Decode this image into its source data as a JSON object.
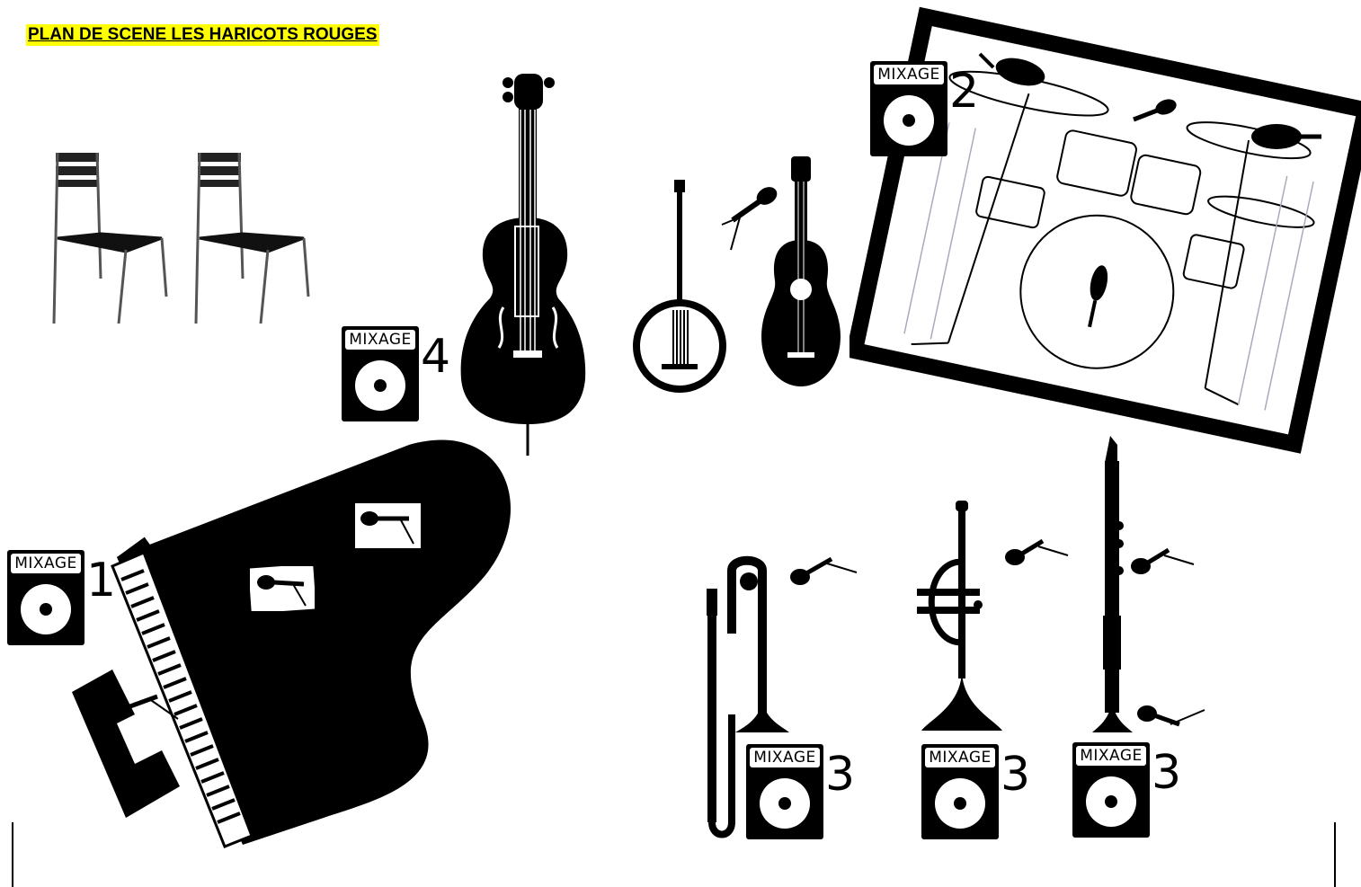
{
  "title": "PLAN DE SCENE LES HARICOTS ROUGES",
  "mixage": [
    {
      "label": "MIXAGE",
      "number": "1"
    },
    {
      "label": "MIXAGE",
      "number": "2"
    },
    {
      "label": "MIXAGE",
      "number": "3"
    },
    {
      "label": "MIXAGE",
      "number": "3"
    },
    {
      "label": "MIXAGE",
      "number": "3"
    },
    {
      "label": "MIXAGE",
      "number": "4"
    }
  ],
  "icons": {
    "chairs": "chair-icon",
    "double_bass": "double-bass-icon",
    "banjo": "banjo-icon",
    "ukulele": "ukulele-icon",
    "drum_kit": "drum-kit-icon",
    "piano": "grand-piano-icon",
    "trombone": "trombone-icon",
    "trumpet": "trumpet-icon",
    "clarinet": "clarinet-icon",
    "microphone": "microphone-icon",
    "monitor": "monitor-speaker-icon"
  }
}
